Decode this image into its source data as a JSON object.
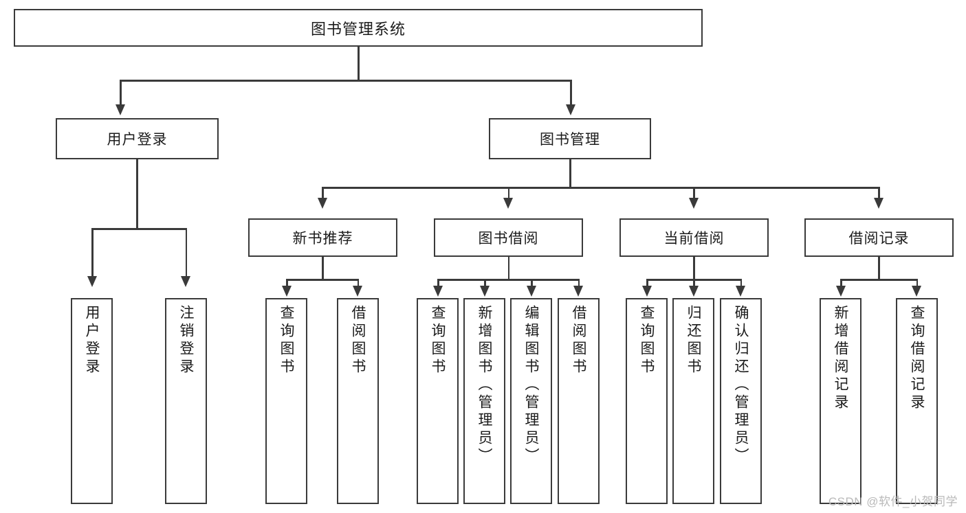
{
  "diagram": {
    "type": "tree",
    "title": "图书管理系统",
    "root": {
      "label": "图书管理系统"
    },
    "level2": [
      {
        "label": "用户登录"
      },
      {
        "label": "图书管理"
      }
    ],
    "level3": [
      {
        "label": "新书推荐"
      },
      {
        "label": "图书借阅"
      },
      {
        "label": "当前借阅"
      },
      {
        "label": "借阅记录"
      }
    ],
    "leaves": {
      "user_login": [
        {
          "label": "用户登录"
        },
        {
          "label": "注销登录"
        }
      ],
      "new_book": [
        {
          "label": "查询图书"
        },
        {
          "label": "借阅图书"
        }
      ],
      "borrow": [
        {
          "label": "查询图书"
        },
        {
          "label": "新增图书（管理员）"
        },
        {
          "label": "编辑图书（管理员）"
        },
        {
          "label": "借阅图书"
        }
      ],
      "current": [
        {
          "label": "查询图书"
        },
        {
          "label": "归还图书"
        },
        {
          "label": "确认归还（管理员）"
        }
      ],
      "records": [
        {
          "label": "新增借阅记录"
        },
        {
          "label": "查询借阅记录"
        }
      ]
    }
  },
  "watermark": {
    "text": "CSDN @软件_小贺同学"
  },
  "colors": {
    "stroke": "#3a3a3a",
    "text": "#1b1b1b",
    "background": "#ffffff",
    "watermark": "#b9b9b9"
  }
}
